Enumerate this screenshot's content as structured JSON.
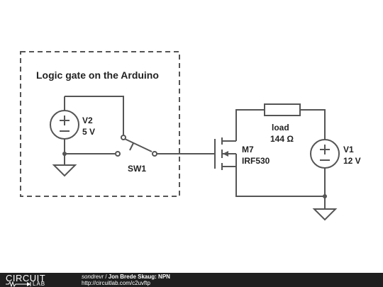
{
  "diagram": {
    "box_label": "Logic gate on the Arduino",
    "v2": {
      "name": "V2",
      "value": "5 V"
    },
    "sw1": {
      "name": "SW1"
    },
    "m7": {
      "name": "M7",
      "part": "IRF530"
    },
    "load": {
      "name": "load",
      "value": "144 Ω"
    },
    "v1": {
      "name": "V1",
      "value": "12 V"
    }
  },
  "footer": {
    "logo_top": "CIRCUIT",
    "logo_bottom": "LAB",
    "author": "sondrevr",
    "separator": " / ",
    "title": "Jon Brede Skaug: NPN",
    "url": "http://circuitlab.com/c2uvftp"
  }
}
